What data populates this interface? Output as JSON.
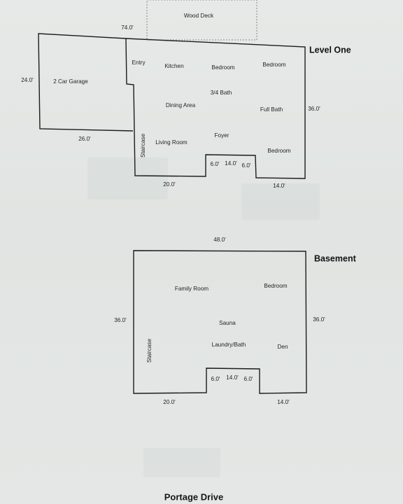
{
  "level_one": {
    "title": "Level One",
    "deck": "Wood Deck",
    "rooms": {
      "entry": "Entry",
      "kitchen": "Kitchen",
      "bedroom_1": "Bedroom",
      "bedroom_2": "Bedroom",
      "garage": "2 Car Garage",
      "bath_34": "3/4 Bath",
      "dining": "Dining Area",
      "full_bath": "Full Bath",
      "foyer": "Foyer",
      "staircase": "Staircase",
      "living": "Living Room",
      "bedroom_3": "Bedroom"
    },
    "dims": {
      "overall_width": "74.0'",
      "garage_depth": "24.0'",
      "garage_width": "26.0'",
      "house_depth": "36.0'",
      "front_left": "20.0'",
      "notch_left": "6.0'",
      "notch_width": "14.0'",
      "notch_right": "6.0'",
      "front_right": "14.0'"
    }
  },
  "basement": {
    "title": "Basement",
    "rooms": {
      "family": "Family Room",
      "bedroom": "Bedroom",
      "sauna": "Sauna",
      "laundry": "Laundry/Bath",
      "den": "Den",
      "staircase": "Staircase"
    },
    "dims": {
      "width": "48.0'",
      "depth_left": "36.0'",
      "depth_right": "36.0'",
      "front_left": "20.0'",
      "notch_left": "6.0'",
      "notch_width": "14.0'",
      "notch_right": "6.0'",
      "front_right": "14.0'"
    }
  },
  "footer": {
    "street": "Portage Drive"
  }
}
